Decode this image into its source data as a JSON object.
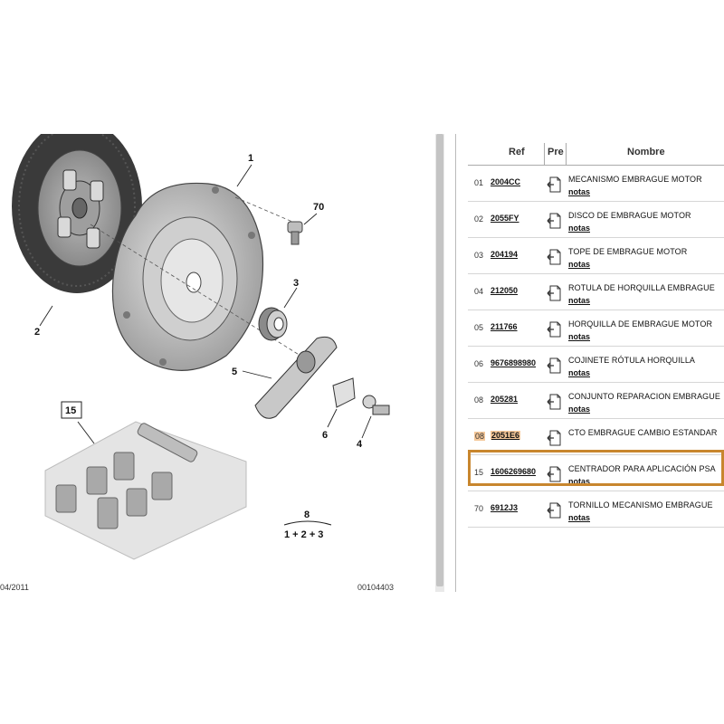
{
  "diagram": {
    "callouts": {
      "c1": "1",
      "c2": "2",
      "c3": "3",
      "c4": "4",
      "c5": "5",
      "c6": "6",
      "c70": "70",
      "c15": "15",
      "c8": "8",
      "c123": "1 + 2 + 3"
    },
    "footer_left": "04/2011",
    "footer_right": "00104403"
  },
  "table": {
    "headers": {
      "ref": "Ref",
      "pre": "Pre",
      "name": "Nombre"
    },
    "rows": [
      {
        "num": "01",
        "ref": "2004CC",
        "name": "MECANISMO EMBRAGUE MOTOR",
        "notes": "notas"
      },
      {
        "num": "02",
        "ref": "2055FY",
        "name": "DISCO DE EMBRAGUE MOTOR",
        "notes": "notas"
      },
      {
        "num": "03",
        "ref": "204194",
        "name": "TOPE DE EMBRAGUE MOTOR",
        "notes": "notas"
      },
      {
        "num": "04",
        "ref": "212050",
        "name": "ROTULA DE HORQUILLA EMBRAGUE",
        "notes": "notas"
      },
      {
        "num": "05",
        "ref": "211766",
        "name": "HORQUILLA DE EMBRAGUE MOTOR",
        "notes": "notas"
      },
      {
        "num": "06",
        "ref": "9676898980",
        "name": "COJINETE RÓTULA HORQUILLA",
        "notes": "notas"
      },
      {
        "num": "08",
        "ref": "205281",
        "name": "CONJUNTO REPARACION EMBRAGUE",
        "notes": "notas"
      },
      {
        "num": "08",
        "ref": "2051E6",
        "name": "CTO EMBRAGUE CAMBIO ESTANDAR",
        "notes": ""
      },
      {
        "num": "15",
        "ref": "1606269680",
        "name": "CENTRADOR PARA APLICACIÓN PSA",
        "notes": "notas"
      },
      {
        "num": "70",
        "ref": "6912J3",
        "name": "TORNILLO MECANISMO EMBRAGUE",
        "notes": "notas"
      }
    ]
  },
  "colors": {
    "highlight": "#f5c89a",
    "selection_border": "#c8862e"
  },
  "icons": {
    "pre_column": "document-arrow-icon"
  }
}
